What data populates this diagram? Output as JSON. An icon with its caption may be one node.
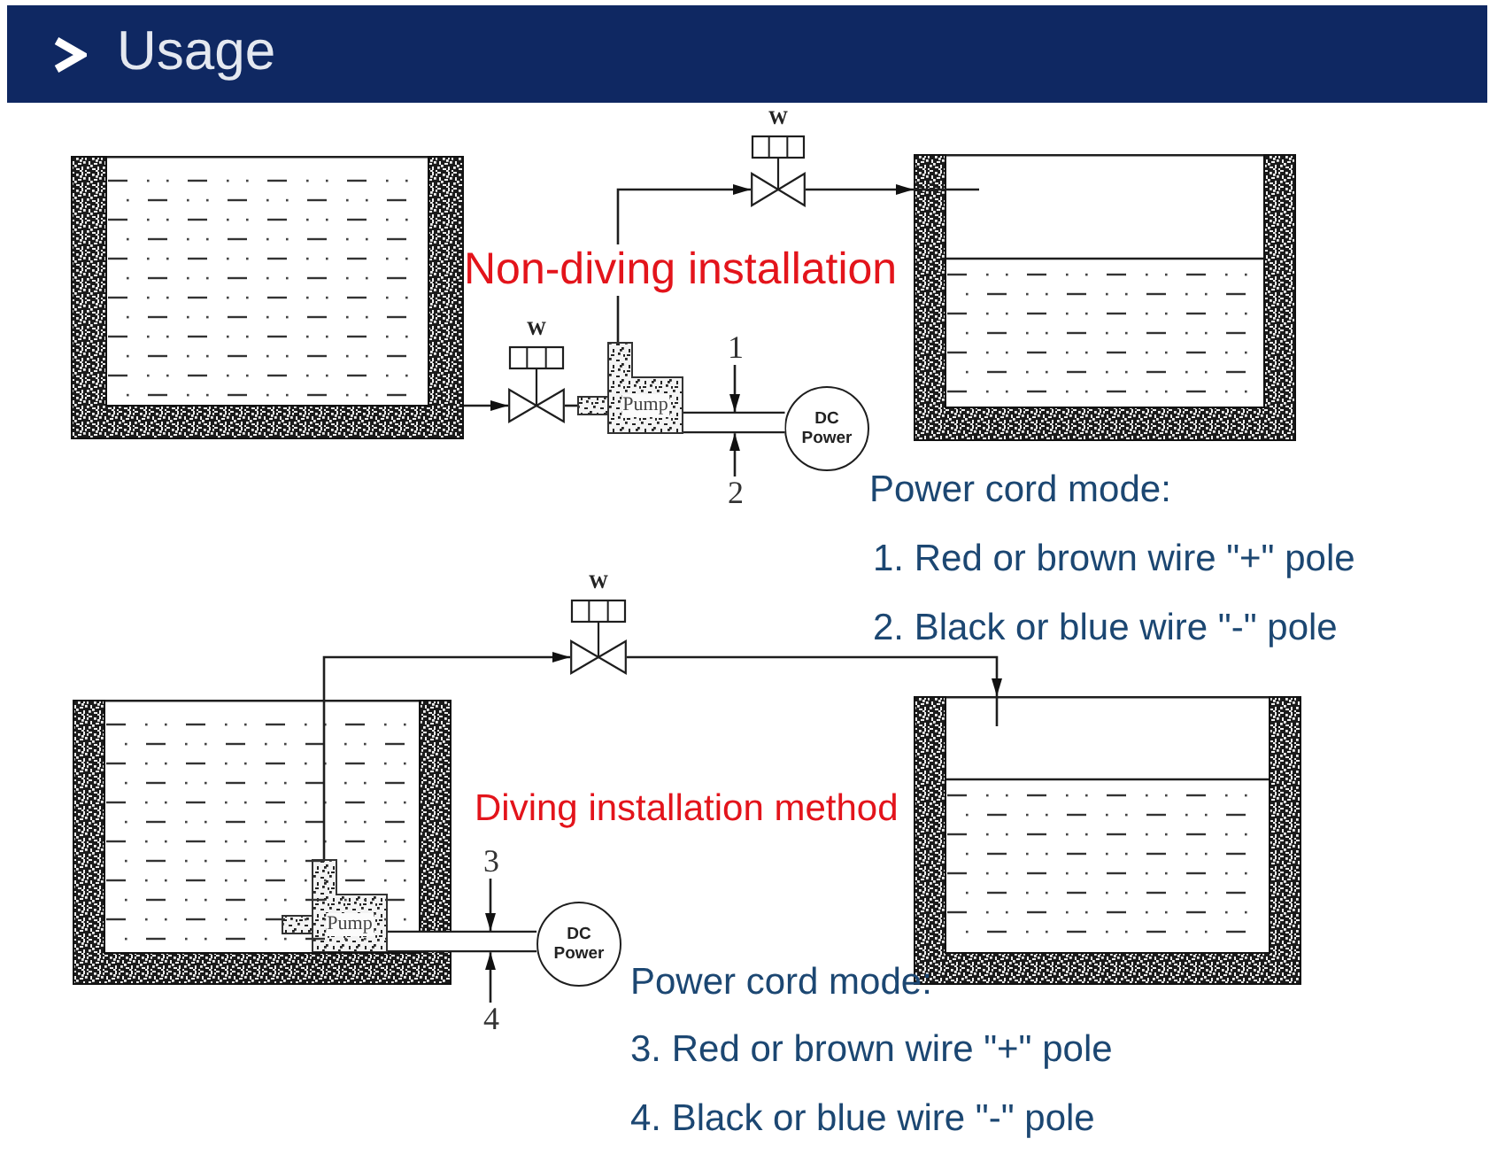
{
  "diagram": {
    "title": "Usage",
    "nodes": [
      {
        "text": [],
        "shape": "tank"
      },
      {
        "text": [
          "W"
        ]
      },
      {
        "text": [
          "Pump"
        ]
      },
      {
        "text": [
          "W"
        ]
      },
      {
        "text": [],
        "shape": "tank"
      },
      {
        "text": [
          "DC Power"
        ]
      },
      {
        "text": [
          "1"
        ]
      },
      {
        "text": [
          "2"
        ]
      },
      {
        "text": [],
        "shape": "tank"
      },
      {
        "text": [
          "Pump"
        ],
        "in": 8
      },
      {
        "text": [
          "W"
        ]
      },
      {
        "text": [],
        "shape": "tank"
      },
      {
        "text": [
          "DC Power"
        ]
      },
      {
        "text": [
          "3"
        ]
      },
      {
        "text": [
          "4"
        ]
      }
    ],
    "edges": [
      {
        "from": 0,
        "to": 1,
        "arrow": "to"
      },
      {
        "from": 1,
        "to": 2,
        "arrow": "none"
      },
      {
        "from": 2,
        "to": 3,
        "arrow": "to"
      },
      {
        "from": 3,
        "to": 4,
        "arrow": "to"
      },
      {
        "from": 2,
        "to": 5,
        "arrow": "none",
        "style": "thick"
      },
      {
        "from": 6,
        "to": null,
        "arrow": "to"
      },
      {
        "from": 7,
        "to": null,
        "arrow": "to"
      },
      {
        "from": 9,
        "to": 10,
        "arrow": "to"
      },
      {
        "from": 10,
        "to": 11,
        "arrow": "to"
      },
      {
        "from": 9,
        "to": 12,
        "arrow": "none",
        "style": "thick"
      },
      {
        "from": 13,
        "to": null,
        "arrow": "to"
      },
      {
        "from": 14,
        "to": null,
        "arrow": "to"
      }
    ],
    "labels": [
      "Non-diving installation",
      "Power cord mode:",
      "1. Red or brown wire \"+\" pole",
      "2. Black or blue wire \"-\" pole",
      "Diving installation method",
      "Power cord mode:",
      "3. Red or brown wire \"+\" pole",
      "4. Black or blue wire \"-\" pole"
    ]
  }
}
